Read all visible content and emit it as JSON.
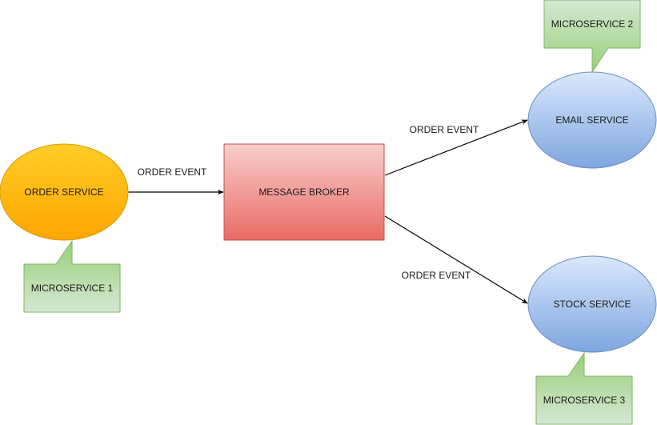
{
  "diagram": {
    "title": "Event-driven microservices with message broker",
    "nodes": [
      {
        "id": "order-service",
        "label": "ORDER SERVICE",
        "shape": "ellipse",
        "fill_top": "#ffcd28",
        "fill_bottom": "#ffa500",
        "stroke": "#d79b00"
      },
      {
        "id": "message-broker",
        "label": "MESSAGE BROKER",
        "shape": "rectangle",
        "fill_top": "#f8cecc",
        "fill_bottom": "#ea6b66",
        "stroke": "#b85450"
      },
      {
        "id": "email-service",
        "label": "EMAIL SERVICE",
        "shape": "ellipse",
        "fill_top": "#dae8fc",
        "fill_bottom": "#7ea6e0",
        "stroke": "#6c8ebf"
      },
      {
        "id": "stock-service",
        "label": "STOCK SERVICE",
        "shape": "ellipse",
        "fill_top": "#dae8fc",
        "fill_bottom": "#7ea6e0",
        "stroke": "#6c8ebf"
      }
    ],
    "callouts": [
      {
        "id": "microservice-1",
        "label": "MICROSERVICE 1",
        "attached_to": "order-service",
        "fill_top": "#d5e8d4",
        "fill_bottom": "#97d077",
        "stroke": "#82b366"
      },
      {
        "id": "microservice-2",
        "label": "MICROSERVICE 2",
        "attached_to": "email-service",
        "fill_top": "#d5e8d4",
        "fill_bottom": "#97d077",
        "stroke": "#82b366"
      },
      {
        "id": "microservice-3",
        "label": "MICROSERVICE 3",
        "attached_to": "stock-service",
        "fill_top": "#d5e8d4",
        "fill_bottom": "#97d077",
        "stroke": "#82b366"
      }
    ],
    "edges": [
      {
        "from": "order-service",
        "to": "message-broker",
        "label": "ORDER EVENT"
      },
      {
        "from": "message-broker",
        "to": "email-service",
        "label": "ORDER EVENT"
      },
      {
        "from": "message-broker",
        "to": "stock-service",
        "label": "ORDER EVENT"
      }
    ],
    "edge_color": "#000000"
  }
}
